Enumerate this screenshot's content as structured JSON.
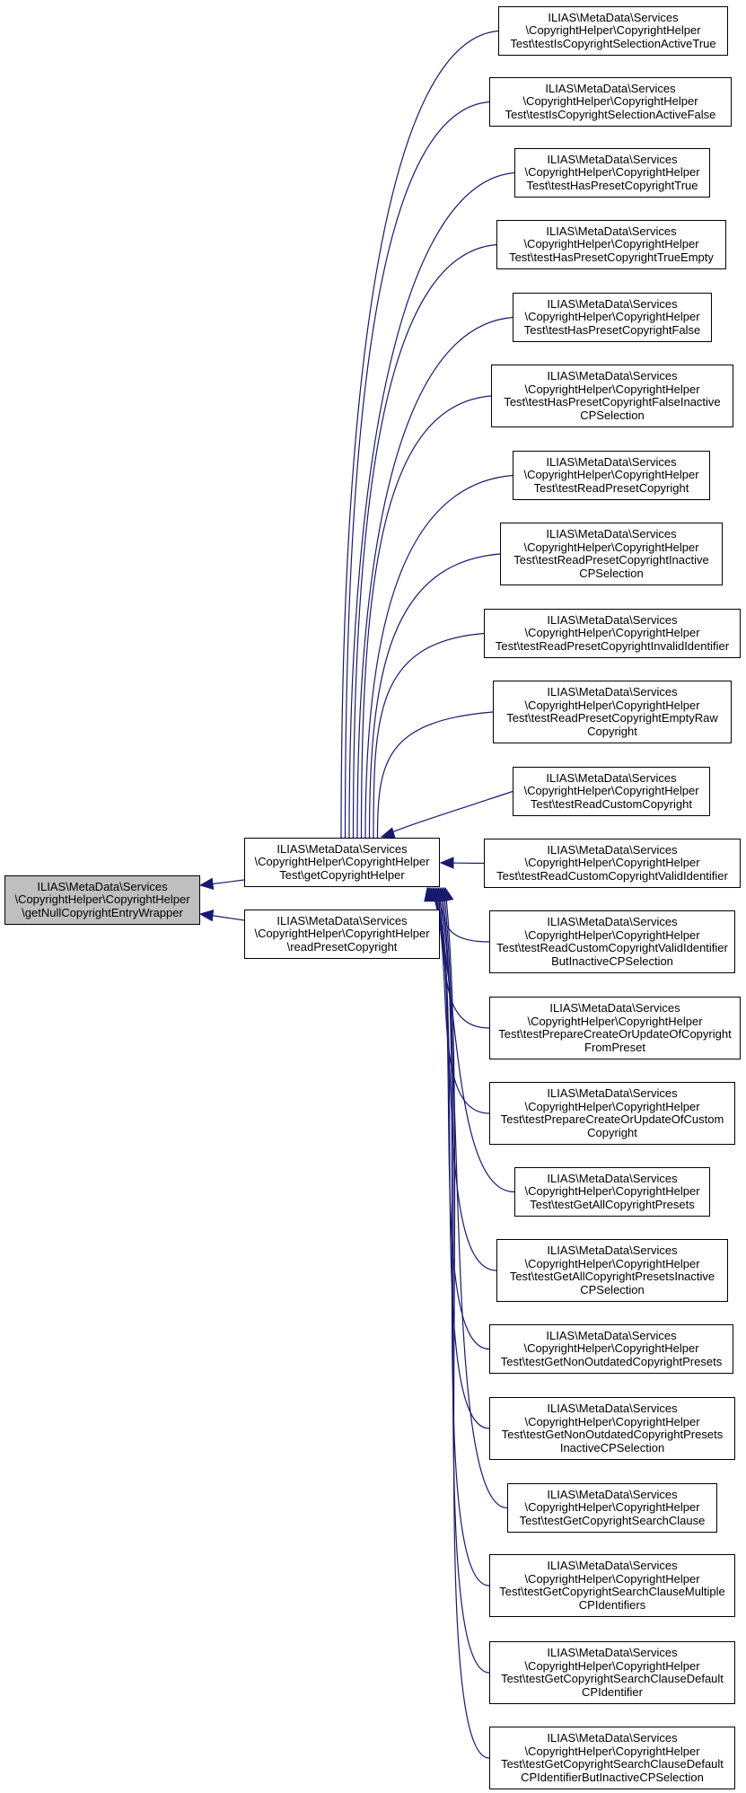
{
  "colors": {
    "edge": "#191970",
    "node_border": "#000000",
    "root_fill": "#bfbfbf",
    "node_fill": "#ffffff"
  },
  "root": {
    "lines": [
      "ILIAS\\MetaData\\Services",
      "\\CopyrightHelper\\CopyrightHelper",
      "\\getNullCopyrightEntryWrapper"
    ]
  },
  "callers": [
    {
      "lines": [
        "ILIAS\\MetaData\\Services",
        "\\CopyrightHelper\\CopyrightHelper",
        "Test\\getCopyrightHelper"
      ]
    },
    {
      "lines": [
        "ILIAS\\MetaData\\Services",
        "\\CopyrightHelper\\CopyrightHelper",
        "\\readPresetCopyright"
      ]
    }
  ],
  "tests": [
    {
      "lines": [
        "ILIAS\\MetaData\\Services",
        "\\CopyrightHelper\\CopyrightHelper",
        "Test\\testIsCopyrightSelectionActiveTrue"
      ]
    },
    {
      "lines": [
        "ILIAS\\MetaData\\Services",
        "\\CopyrightHelper\\CopyrightHelper",
        "Test\\testIsCopyrightSelectionActiveFalse"
      ]
    },
    {
      "lines": [
        "ILIAS\\MetaData\\Services",
        "\\CopyrightHelper\\CopyrightHelper",
        "Test\\testHasPresetCopyrightTrue"
      ]
    },
    {
      "lines": [
        "ILIAS\\MetaData\\Services",
        "\\CopyrightHelper\\CopyrightHelper",
        "Test\\testHasPresetCopyrightTrueEmpty"
      ]
    },
    {
      "lines": [
        "ILIAS\\MetaData\\Services",
        "\\CopyrightHelper\\CopyrightHelper",
        "Test\\testHasPresetCopyrightFalse"
      ]
    },
    {
      "lines": [
        "ILIAS\\MetaData\\Services",
        "\\CopyrightHelper\\CopyrightHelper",
        "Test\\testHasPresetCopyrightFalseInactive",
        "CPSelection"
      ]
    },
    {
      "lines": [
        "ILIAS\\MetaData\\Services",
        "\\CopyrightHelper\\CopyrightHelper",
        "Test\\testReadPresetCopyright"
      ]
    },
    {
      "lines": [
        "ILIAS\\MetaData\\Services",
        "\\CopyrightHelper\\CopyrightHelper",
        "Test\\testReadPresetCopyrightInactive",
        "CPSelection"
      ]
    },
    {
      "lines": [
        "ILIAS\\MetaData\\Services",
        "\\CopyrightHelper\\CopyrightHelper",
        "Test\\testReadPresetCopyrightInvalidIdentifier"
      ]
    },
    {
      "lines": [
        "ILIAS\\MetaData\\Services",
        "\\CopyrightHelper\\CopyrightHelper",
        "Test\\testReadPresetCopyrightEmptyRaw",
        "Copyright"
      ]
    },
    {
      "lines": [
        "ILIAS\\MetaData\\Services",
        "\\CopyrightHelper\\CopyrightHelper",
        "Test\\testReadCustomCopyright"
      ]
    },
    {
      "lines": [
        "ILIAS\\MetaData\\Services",
        "\\CopyrightHelper\\CopyrightHelper",
        "Test\\testReadCustomCopyrightValidIdentifier"
      ]
    },
    {
      "lines": [
        "ILIAS\\MetaData\\Services",
        "\\CopyrightHelper\\CopyrightHelper",
        "Test\\testReadCustomCopyrightValidIdentifier",
        "ButInactiveCPSelection"
      ]
    },
    {
      "lines": [
        "ILIAS\\MetaData\\Services",
        "\\CopyrightHelper\\CopyrightHelper",
        "Test\\testPrepareCreateOrUpdateOfCopyright",
        "FromPreset"
      ]
    },
    {
      "lines": [
        "ILIAS\\MetaData\\Services",
        "\\CopyrightHelper\\CopyrightHelper",
        "Test\\testPrepareCreateOrUpdateOfCustom",
        "Copyright"
      ]
    },
    {
      "lines": [
        "ILIAS\\MetaData\\Services",
        "\\CopyrightHelper\\CopyrightHelper",
        "Test\\testGetAllCopyrightPresets"
      ]
    },
    {
      "lines": [
        "ILIAS\\MetaData\\Services",
        "\\CopyrightHelper\\CopyrightHelper",
        "Test\\testGetAllCopyrightPresetsInactive",
        "CPSelection"
      ]
    },
    {
      "lines": [
        "ILIAS\\MetaData\\Services",
        "\\CopyrightHelper\\CopyrightHelper",
        "Test\\testGetNonOutdatedCopyrightPresets"
      ]
    },
    {
      "lines": [
        "ILIAS\\MetaData\\Services",
        "\\CopyrightHelper\\CopyrightHelper",
        "Test\\testGetNonOutdatedCopyrightPresets",
        "InactiveCPSelection"
      ]
    },
    {
      "lines": [
        "ILIAS\\MetaData\\Services",
        "\\CopyrightHelper\\CopyrightHelper",
        "Test\\testGetCopyrightSearchClause"
      ]
    },
    {
      "lines": [
        "ILIAS\\MetaData\\Services",
        "\\CopyrightHelper\\CopyrightHelper",
        "Test\\testGetCopyrightSearchClauseMultiple",
        "CPIdentifiers"
      ]
    },
    {
      "lines": [
        "ILIAS\\MetaData\\Services",
        "\\CopyrightHelper\\CopyrightHelper",
        "Test\\testGetCopyrightSearchClauseDefault",
        "CPIdentifier"
      ]
    },
    {
      "lines": [
        "ILIAS\\MetaData\\Services",
        "\\CopyrightHelper\\CopyrightHelper",
        "Test\\testGetCopyrightSearchClauseDefault",
        "CPIdentifierButInactiveCPSelection"
      ]
    }
  ]
}
